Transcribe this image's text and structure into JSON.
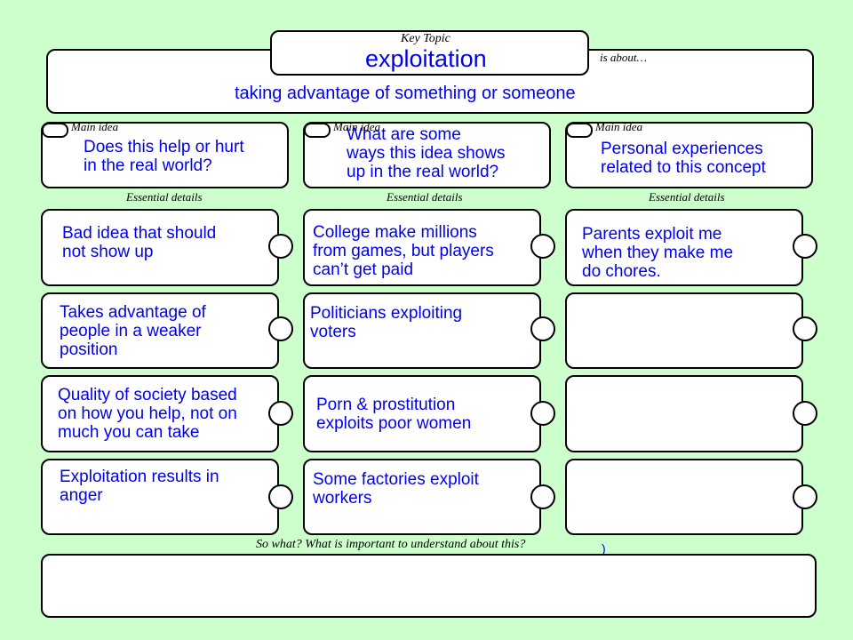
{
  "key_topic": {
    "label": "Key Topic",
    "title": "exploitation",
    "is_about_label": "is about…",
    "definition": "taking advantage of something or someone"
  },
  "main_ideas": [
    {
      "label": "Main idea",
      "text": "Does this help or hurt\nin the real world?"
    },
    {
      "label": "Main idea",
      "text": "What are some\nways this idea shows\nup in the real world?"
    },
    {
      "label": "Main idea",
      "text": "Personal experiences\nrelated to this concept"
    }
  ],
  "essential_details_label": "Essential details",
  "details": [
    [
      "Bad idea that should\nnot show up",
      "Takes advantage of\npeople in a weaker\nposition",
      "Quality of society based\non how you help, not on\nmuch you can take",
      "Exploitation results in\nanger"
    ],
    [
      "College make millions\nfrom games, but players\ncan’t get paid",
      "Politicians exploiting\nvoters",
      "Porn & prostitution\nexploits poor women",
      "Some factories exploit\nworkers"
    ],
    [
      "Parents exploit me\nwhen they make me\ndo chores.",
      "",
      "",
      ""
    ]
  ],
  "so_what": {
    "label": "So what?  What is important to understand about this?",
    "answer": ""
  },
  "colors": {
    "background": "#ccffcc",
    "text_blue": "#0000ee",
    "border": "#000000"
  }
}
